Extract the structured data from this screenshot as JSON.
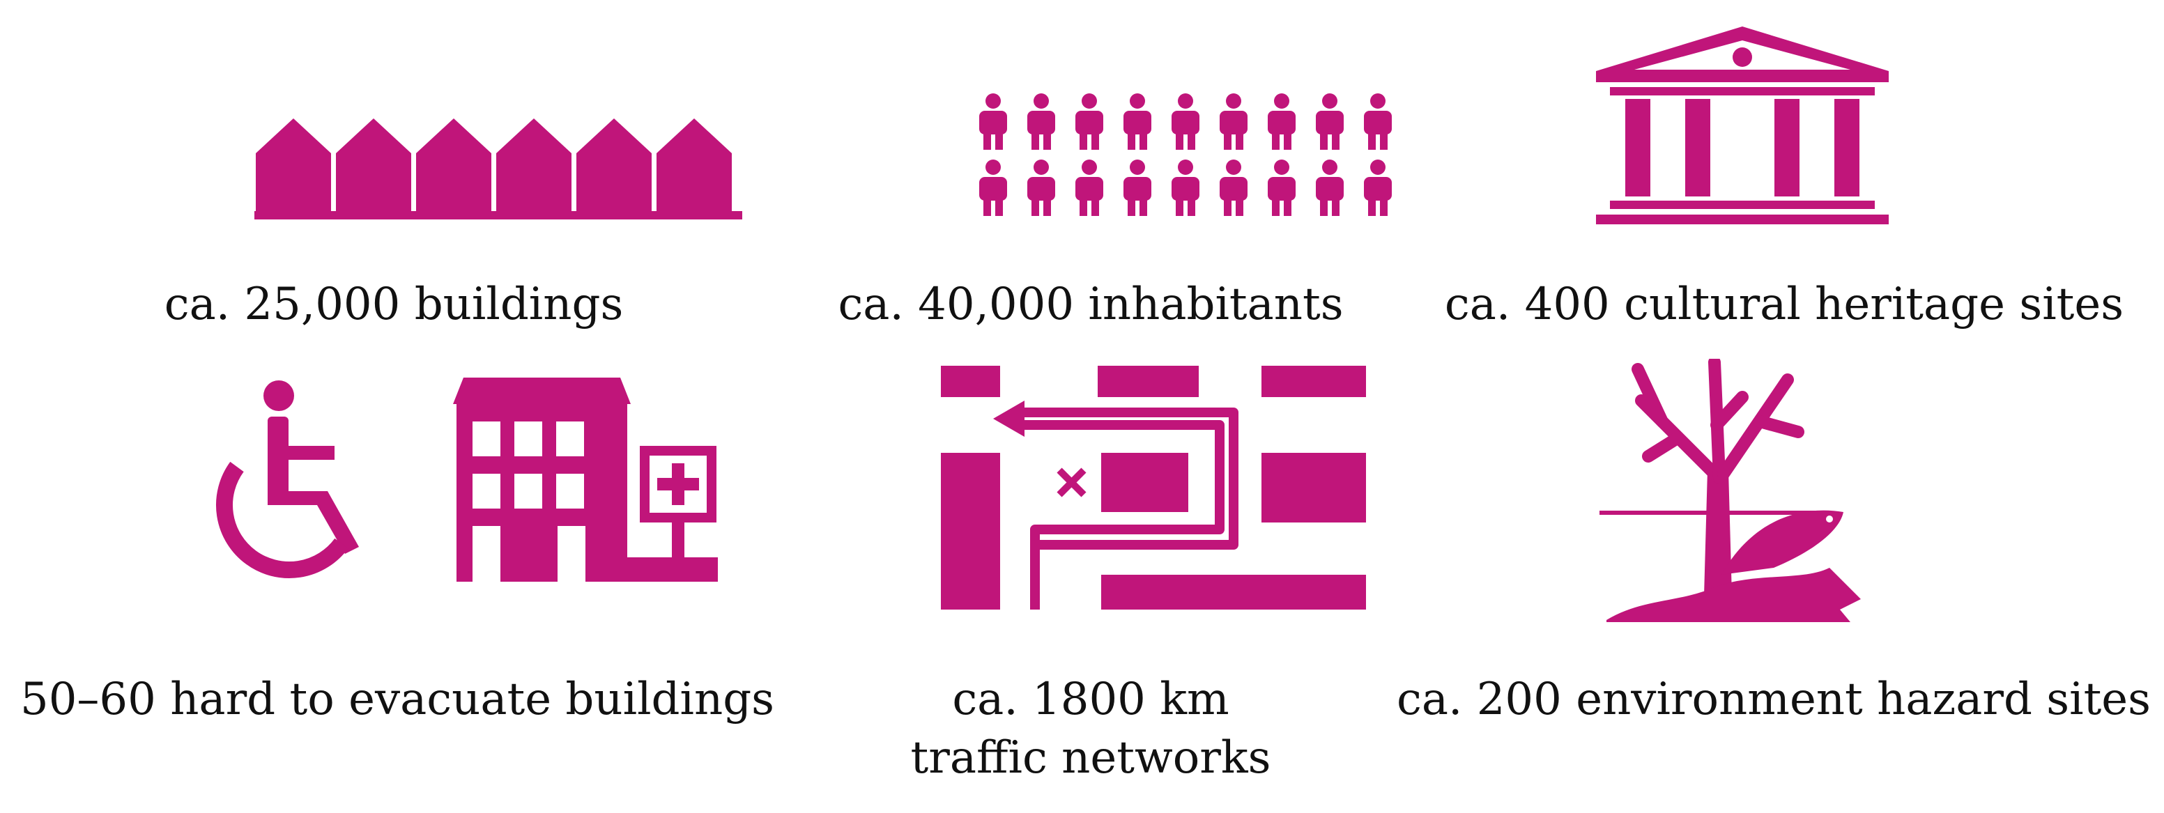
{
  "accent_color": "#c0157a",
  "items": [
    {
      "icon": "houses-row-icon",
      "lines": [
        "ca. 25,000 buildings"
      ]
    },
    {
      "icon": "people-crowd-icon",
      "lines": [
        "ca. 40,000 inhabitants"
      ]
    },
    {
      "icon": "classical-building-icon",
      "lines": [
        "ca. 400 cultural heritage sites"
      ]
    },
    {
      "icon": "wheelchair-hospital-icon",
      "lines": [
        "50–60 hard to evacuate buildings"
      ]
    },
    {
      "icon": "traffic-map-icon",
      "lines": [
        "ca. 1800 km",
        "traffic networks"
      ]
    },
    {
      "icon": "dead-tree-fish-icon",
      "lines": [
        "ca. 200 environment hazard sites"
      ]
    }
  ]
}
